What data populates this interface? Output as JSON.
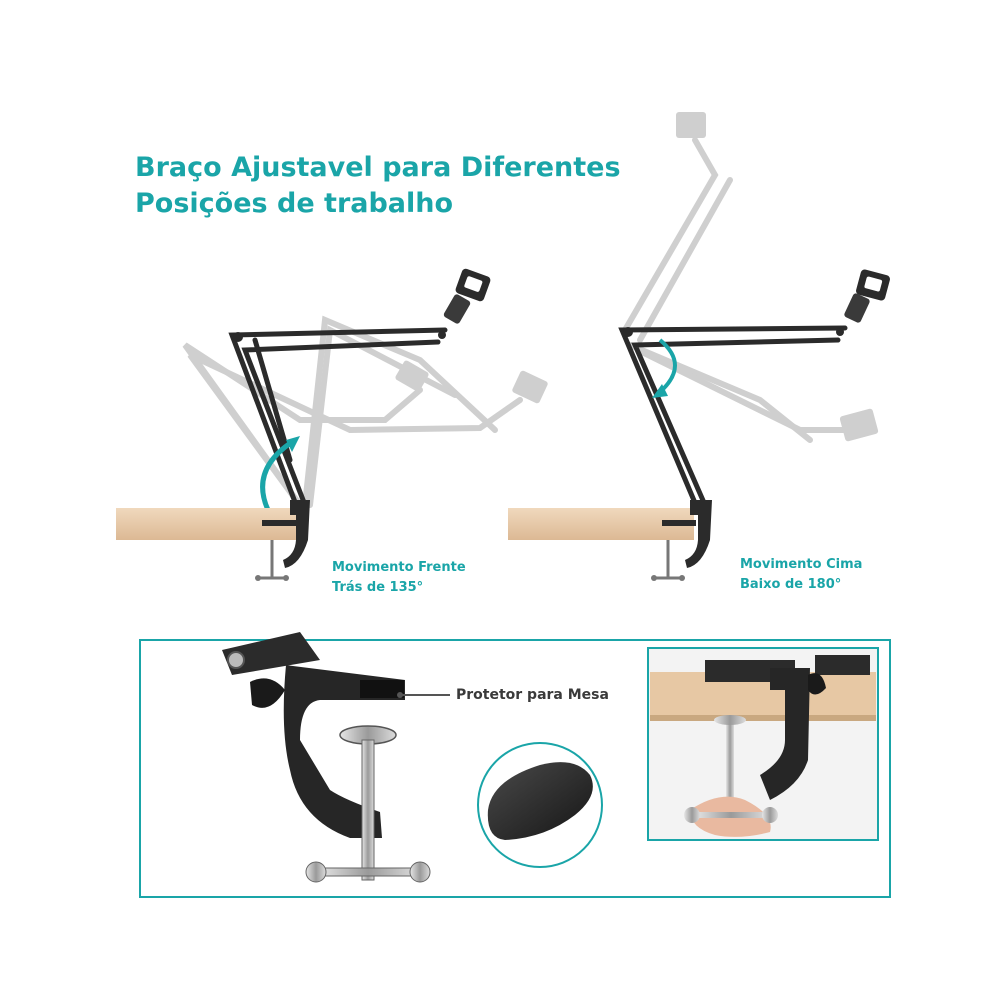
{
  "title": {
    "line1": "Braço Ajustavel para Diferentes",
    "line2": "Posições de trabalho"
  },
  "captions": {
    "front_back": {
      "line1": "Movimento Frente",
      "line2": "Trás de 135°"
    },
    "up_down": {
      "line1": "Movimento Cima",
      "line2": "Baixo de 180°"
    }
  },
  "callout": {
    "label": "Protetor para Mesa"
  },
  "colors": {
    "accent": "#1aa5a8",
    "arm_dark": "#2b2b2b",
    "arm_ghost": "#c9c9c9",
    "desk": "#e9cfb0",
    "frame": "#1aa5a8"
  }
}
